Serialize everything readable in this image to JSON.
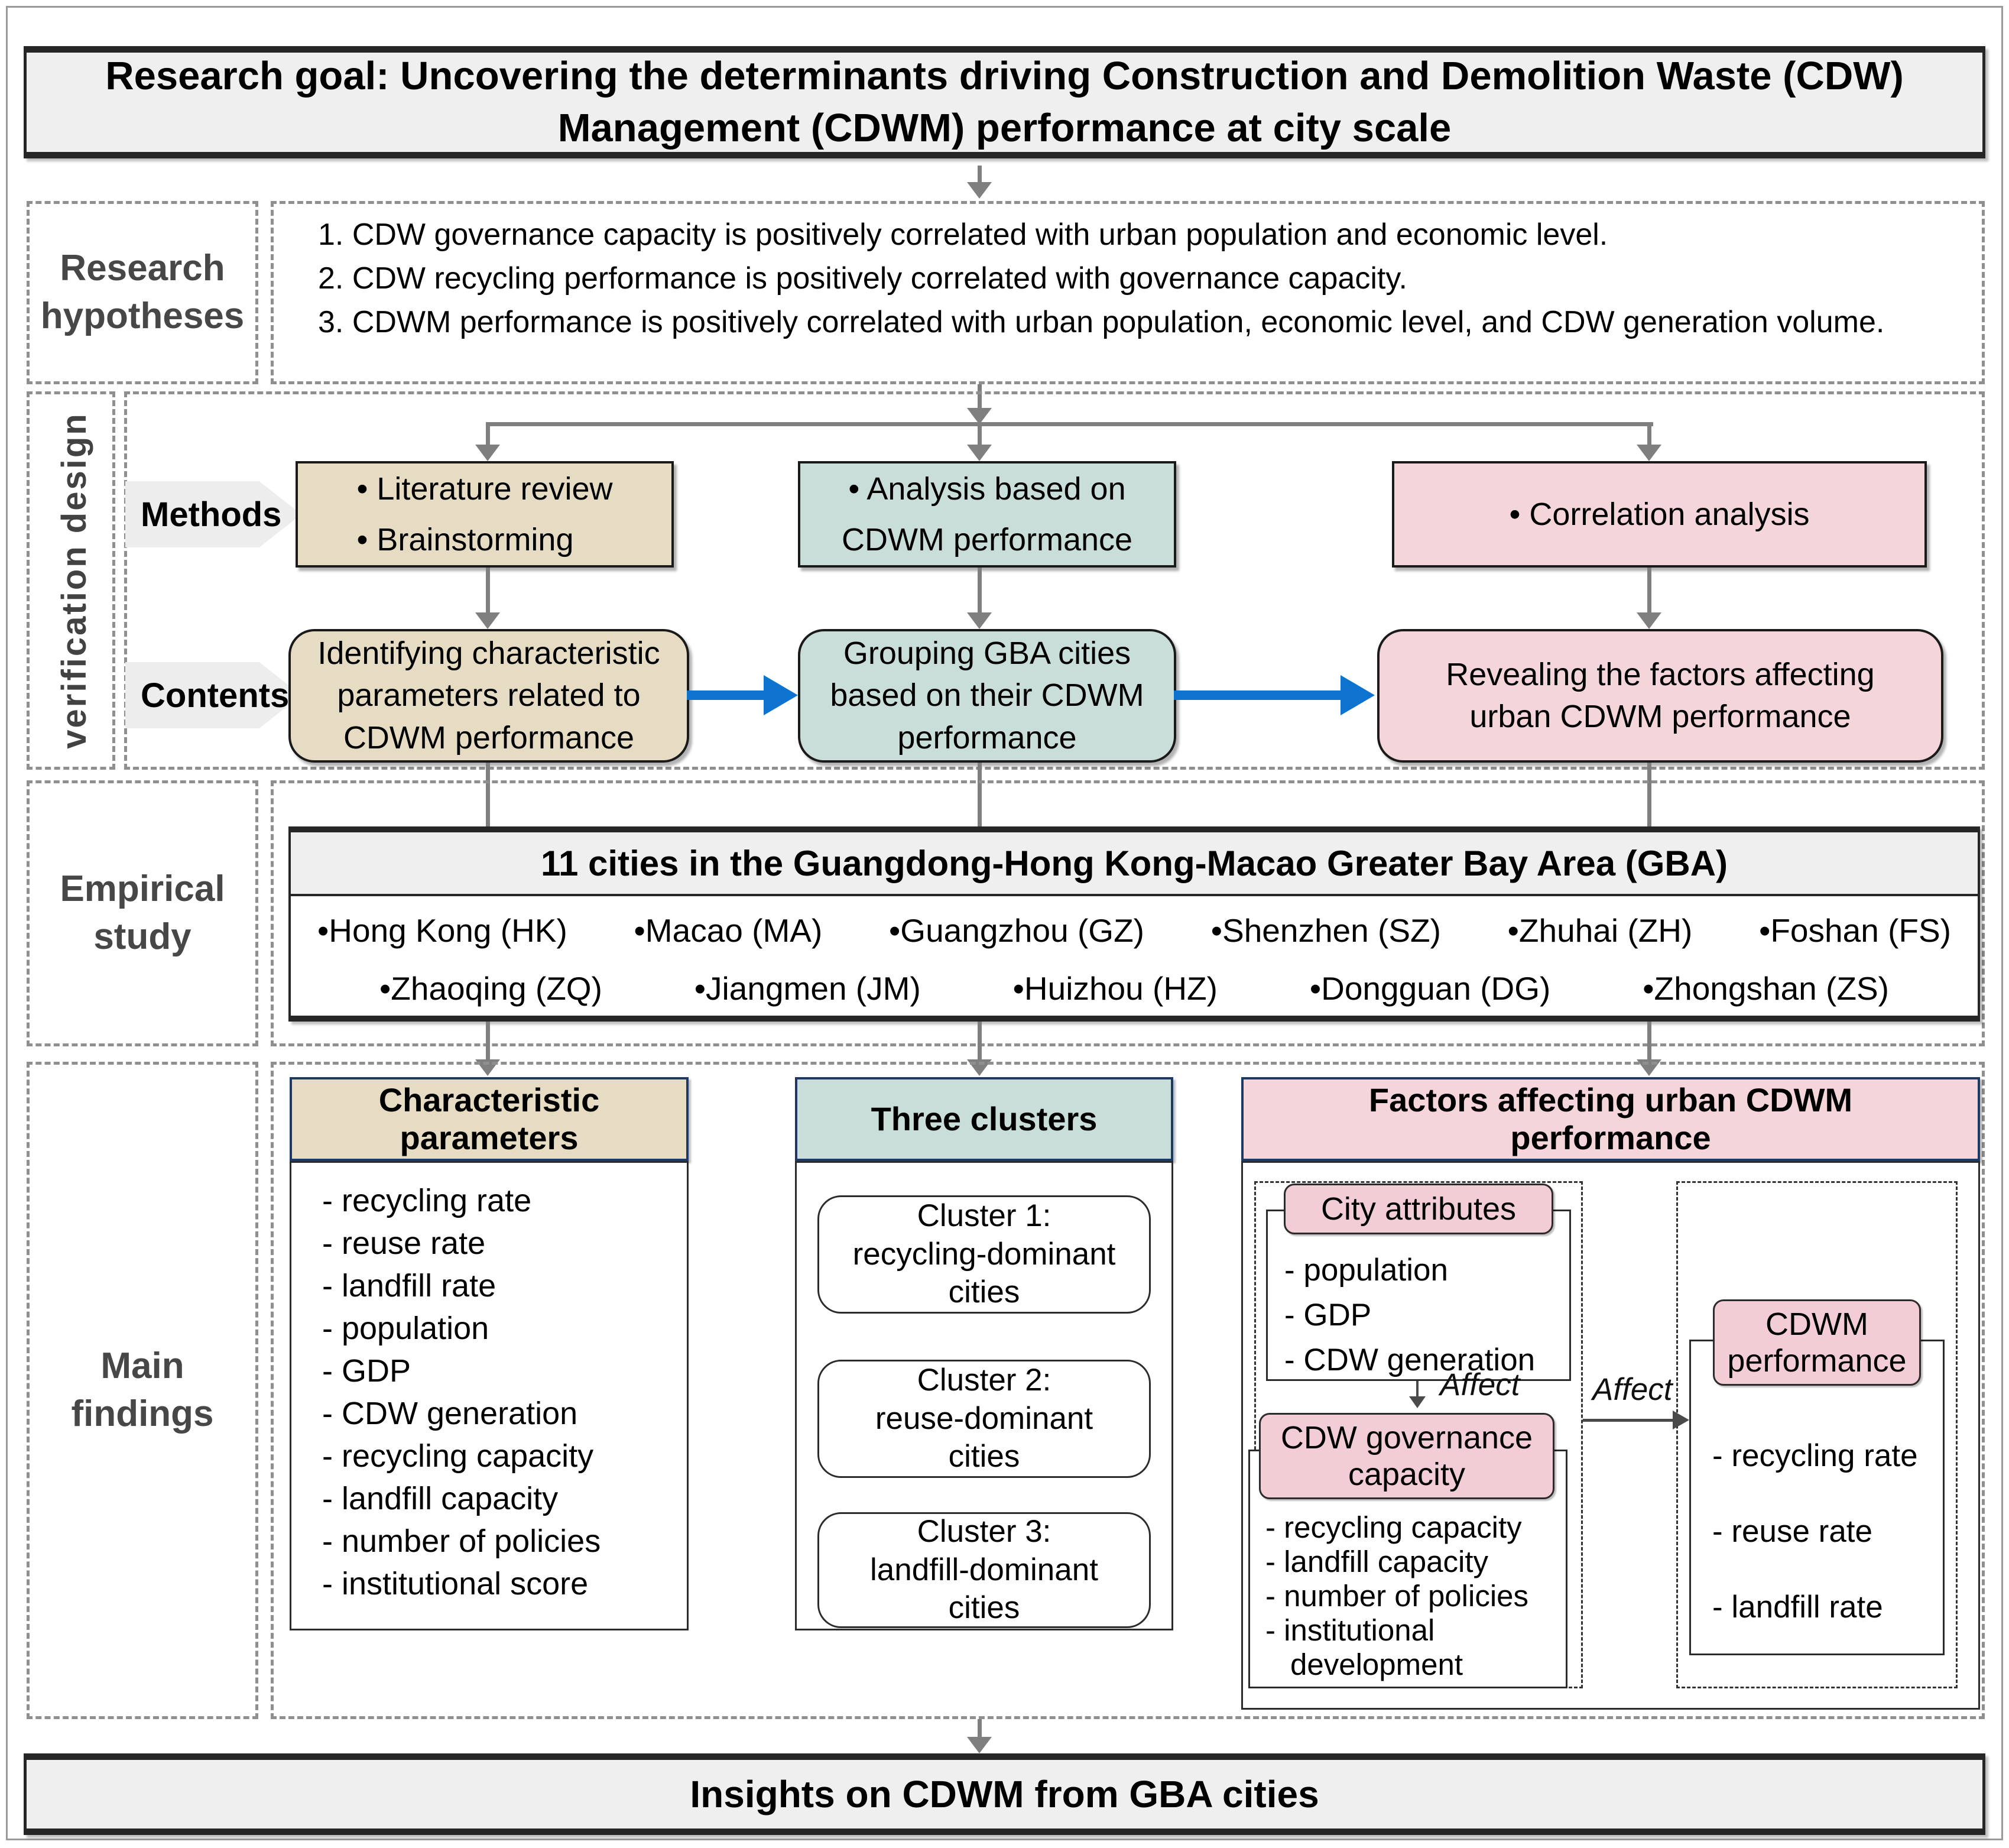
{
  "goal": {
    "title": "Research goal: Uncovering the determinants driving Construction and Demolition Waste (CDW)\nManagement (CDWM) performance at city scale"
  },
  "hypotheses": {
    "label": "Research\nhypotheses",
    "items": [
      "1. CDW governance capacity is positively correlated with urban population and economic level.",
      "2. CDW recycling performance is positively correlated with governance capacity.",
      "3. CDWM performance is positively correlated with urban population, economic level, and CDW generation volume."
    ]
  },
  "verification": {
    "label": "verification design",
    "methods_label": "Methods",
    "contents_label": "Contents",
    "methods": {
      "box1": "• Literature review\n• Brainstorming",
      "box2": "• Analysis based on\nCDWM performance",
      "box3": "• Correlation analysis"
    },
    "contents": {
      "box1": "Identifying characteristic\nparameters related to\nCDWM performance",
      "box2": "Grouping GBA cities\nbased on their CDWM\nperformance",
      "box3": "Revealing the factors affecting\nurban CDWM performance"
    }
  },
  "empirical": {
    "label": "Empirical\nstudy",
    "box_title": "11 cities in the Guangdong-Hong Kong-Macao Greater Bay Area (GBA)",
    "cities_row1": [
      "•Hong Kong (HK)",
      "•Macao (MA)",
      "•Guangzhou (GZ)",
      "•Shenzhen (SZ)",
      "•Zhuhai (ZH)",
      "•Foshan (FS)"
    ],
    "cities_row2": [
      "•Zhaoqing (ZQ)",
      "•Jiangmen (JM)",
      "•Huizhou (HZ)",
      "•Dongguan (DG)",
      "•Zhongshan (ZS)"
    ]
  },
  "findings": {
    "label": "Main\nfindings",
    "characteristic": {
      "title": "Characteristic\nparameters",
      "items": [
        "- recycling rate",
        "- reuse rate",
        "- landfill rate",
        "- population",
        "- GDP",
        "- CDW generation",
        "- recycling capacity",
        "- landfill capacity",
        "- number of policies",
        "- institutional score"
      ]
    },
    "clusters": {
      "title": "Three clusters",
      "items": [
        "Cluster 1:\nrecycling-dominant\ncities",
        "Cluster 2:\nreuse-dominant\ncities",
        "Cluster 3:\nlandfill-dominant\ncities"
      ]
    },
    "factors": {
      "title": "Factors affecting urban CDWM\nperformance",
      "city_attributes": {
        "title": "City attributes",
        "items": [
          "- population",
          "- GDP",
          "- CDW generation"
        ]
      },
      "governance": {
        "title": "CDW governance\ncapacity",
        "items": [
          "- recycling capacity",
          "- landfill capacity",
          "- number of policies",
          "- institutional development"
        ]
      },
      "performance": {
        "title": "CDWM\nperformance",
        "items": [
          "- recycling rate",
          "- reuse rate",
          "- landfill rate"
        ]
      },
      "affect_vertical": "Affect",
      "affect_horizontal": "Affect"
    }
  },
  "footer": {
    "title": "Insights on CDWM from GBA cities"
  },
  "colors": {
    "tan": "#e6dcc3",
    "teal": "#c9ded8",
    "pink": "#f3d5da",
    "pink_accent": "#f2cdd5",
    "gray_fill": "#efefef",
    "navy_border": "#1e3a64",
    "arrow_gray": "#7f7f7f",
    "arrow_blue": "#0d73cf",
    "dash_gray": "#8f8f8f"
  }
}
